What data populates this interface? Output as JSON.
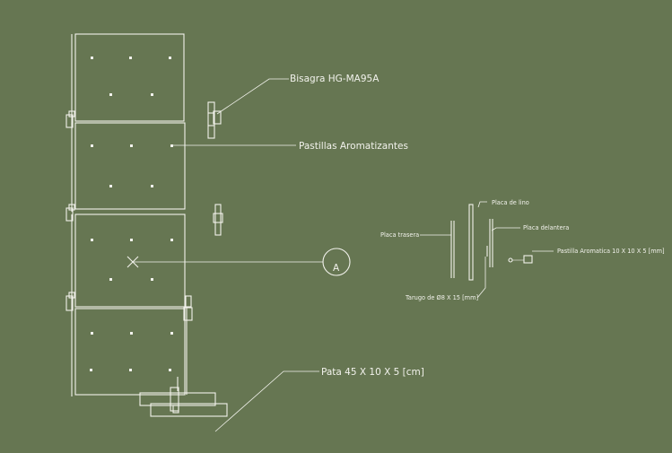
{
  "colors": {
    "background": "#667652",
    "lines": "#f2f2ec"
  },
  "labels": {
    "hinge": "Bisagra HG-MA95A",
    "pastilles": "Pastillas Aromatizantes",
    "foot": "Pata 45 X 10 X 5 [cm]",
    "section_marker": "A",
    "linen_plate": "Placa de lino",
    "back_plate": "Placa trasera",
    "front_plate": "Placa delantera",
    "pastille_detail": "Pastilla Aromatica 10 X 10 X 5 [mm]",
    "dowel": "Tarugo de Ø8 X 15 [mm]"
  }
}
